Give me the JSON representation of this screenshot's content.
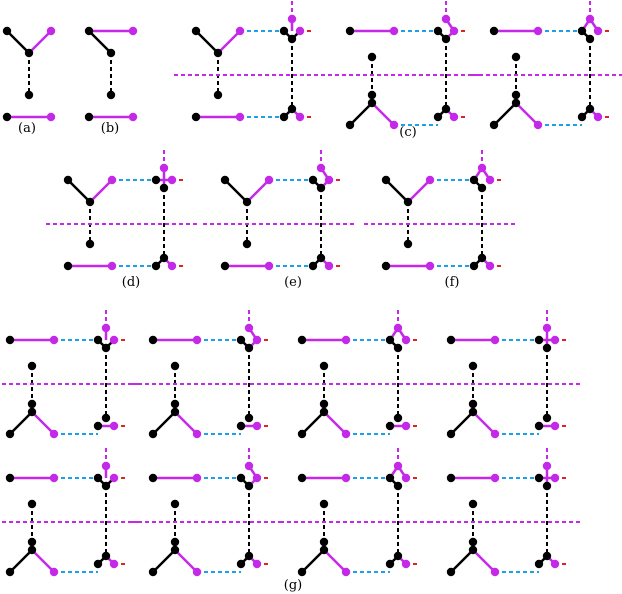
{
  "colors": {
    "black": "#000000",
    "magenta": "#c429e8",
    "blue": "#1ea0e6",
    "red": "#e02222"
  },
  "labels": {
    "a": "(a)",
    "b": "(b)",
    "c": "(c)",
    "d": "(d)",
    "e": "(e)",
    "f": "(f)",
    "g": "(g)"
  }
}
